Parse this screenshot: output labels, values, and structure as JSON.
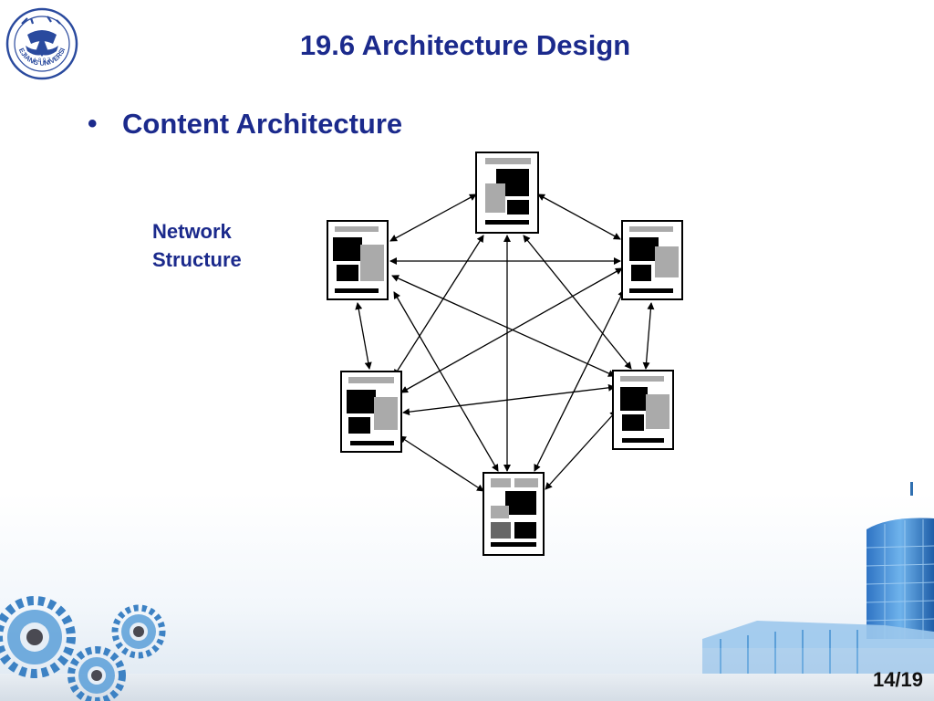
{
  "slide": {
    "title": "19.6 Architecture Design",
    "bullet": {
      "marker": "•",
      "text": "Content Architecture"
    },
    "diagram_caption": {
      "line1": "Network",
      "line2": "Structure"
    },
    "page_number": "14/19"
  },
  "logo": {
    "text": "ZHEJIANG UNIVERSITY",
    "year": "1 8 9 7"
  },
  "colors": {
    "title_blue": "#1b2a8c",
    "logo_blue": "#2a4a9e",
    "page_box_border": "#000000",
    "page_block_dark": "#000000",
    "page_block_gray": "#aaaaaa"
  }
}
